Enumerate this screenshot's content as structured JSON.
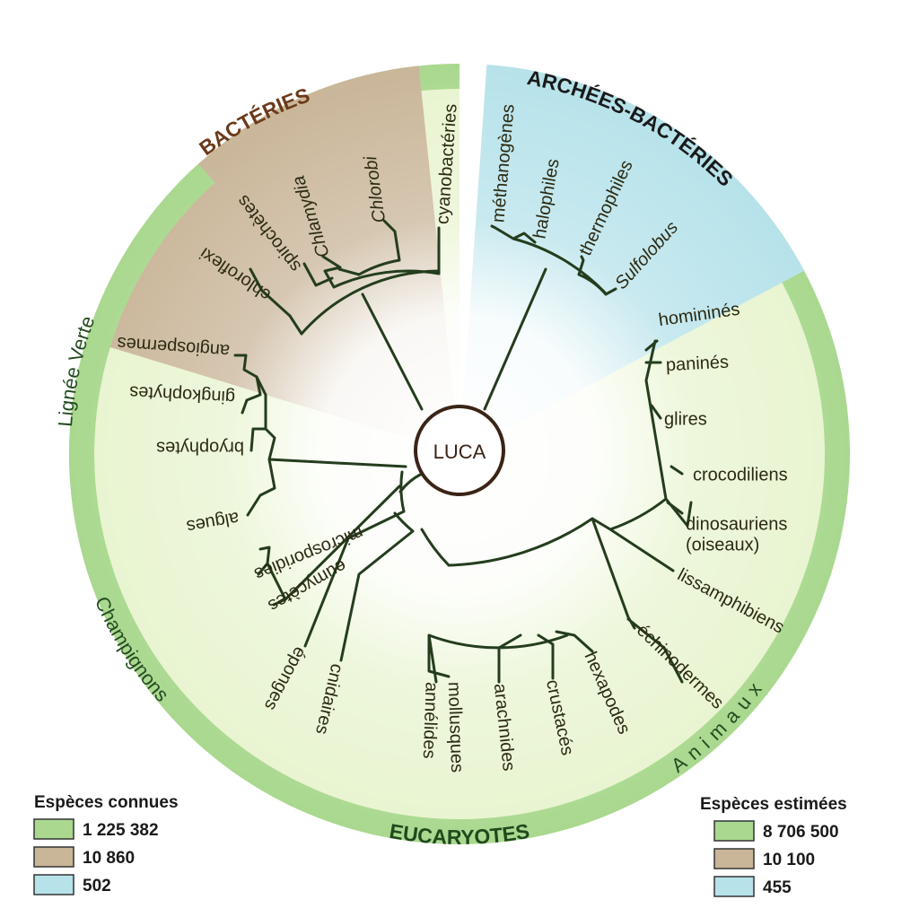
{
  "colors": {
    "vert": "#a9d88e",
    "vert_light": "#e8f4cf",
    "bacteries": "#c9b598",
    "archees": "#b6e2ea",
    "branch": "#243d1d",
    "bacteries_text": "#6b3a1a",
    "archees_text": "#1a1a1a",
    "eucaryotes_text": "#1f4a1c"
  },
  "root": {
    "label": "LUCA"
  },
  "groups": {
    "bacteries": {
      "title": "BACTÉRIES",
      "taxa": [
        "chloroflexi",
        "spirochètes",
        "Chlamydia",
        "Chlorobi",
        "cyanobactéries"
      ]
    },
    "archees": {
      "title": "ARCHÉES-BACTÉRIES",
      "taxa": [
        "méthanogènes",
        "halophiles",
        "thermophiles",
        "Sulfolobus"
      ]
    },
    "eucaryotes": {
      "title": "EUCARYOTES"
    },
    "lignee_verte": {
      "title": "Lignée Verte",
      "taxa": [
        "angiospermes",
        "gingkophytes",
        "bryophytes",
        "algues"
      ]
    },
    "champignons": {
      "title": "Champignons",
      "taxa": [
        "microsporidies",
        "eumycètes"
      ]
    },
    "animaux": {
      "title": "Animaux",
      "taxa": [
        "éponges",
        "cnidaires",
        "annélides",
        "mollusques",
        "arachnides",
        "crustacés",
        "hexapodes",
        "échinodermes",
        "lissamphibiens",
        "dinosauriens",
        "(oiseaux)",
        "crocodiliens",
        "glires",
        "paninés",
        "homininés"
      ]
    }
  },
  "legend_known": {
    "title": "Espèces connues",
    "items": [
      {
        "value": "1 225 382",
        "color": "#a9d88e"
      },
      {
        "value": "10 860",
        "color": "#c9b598"
      },
      {
        "value": "502",
        "color": "#b6e2ea"
      }
    ]
  },
  "legend_estimated": {
    "title": "Espèces estimées",
    "items": [
      {
        "value": "8 706 500",
        "color": "#a9d88e"
      },
      {
        "value": "10 100",
        "color": "#c9b598"
      },
      {
        "value": "455",
        "color": "#b6e2ea"
      }
    ]
  }
}
